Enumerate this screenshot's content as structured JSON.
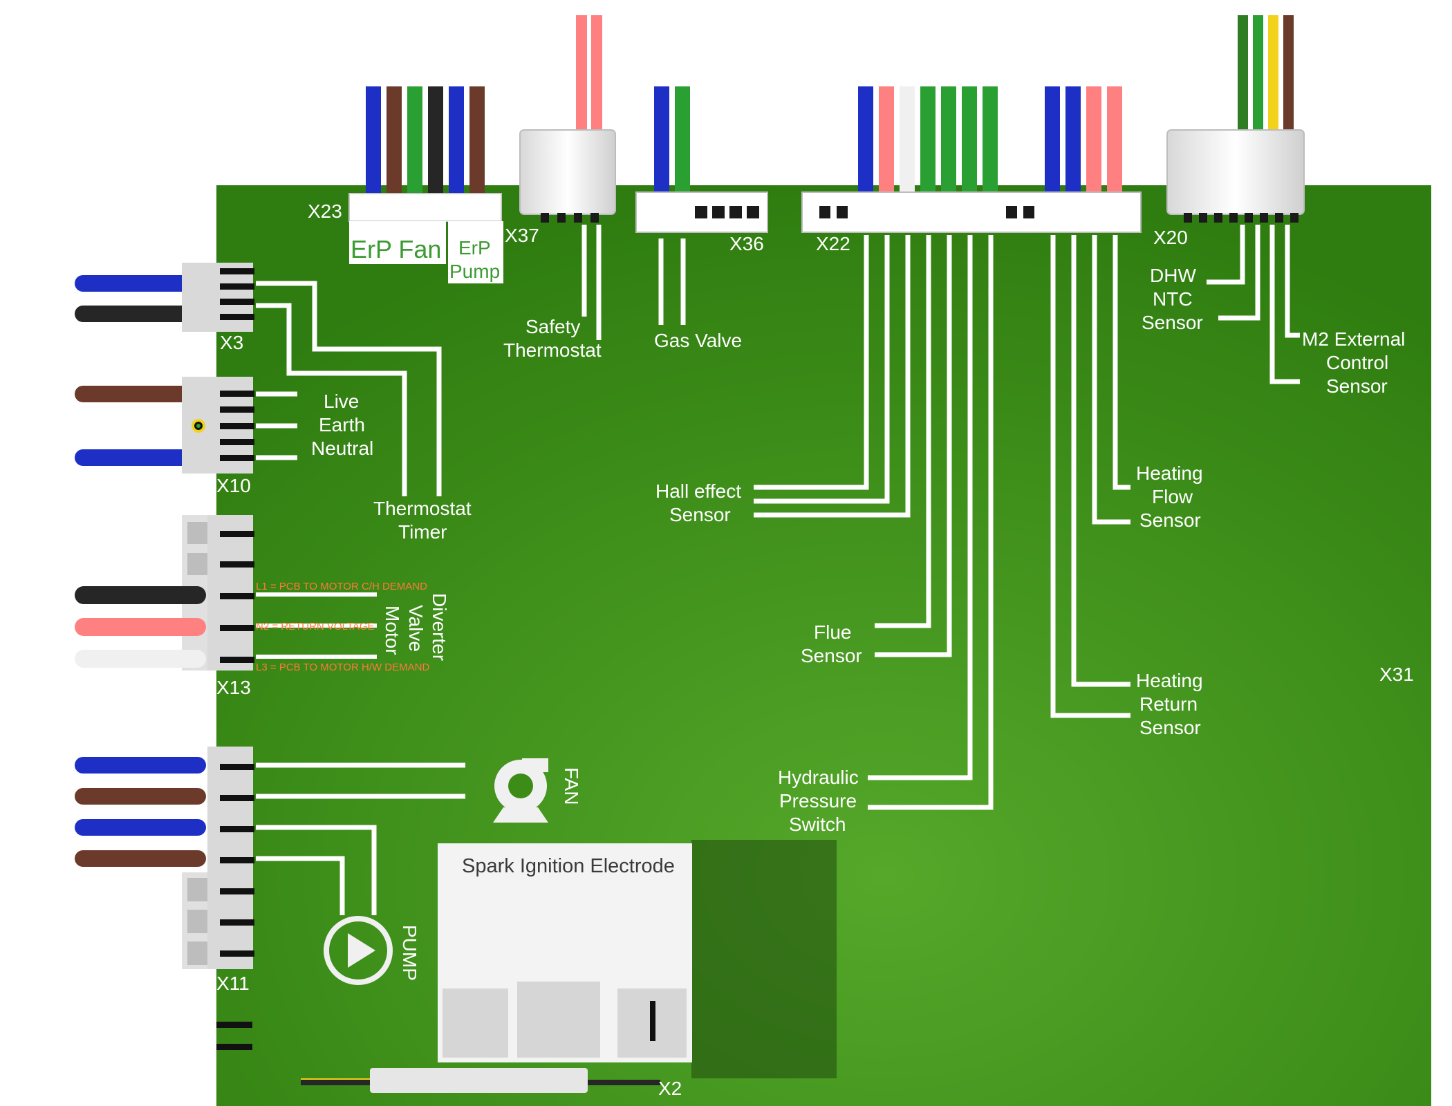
{
  "colors": {
    "board": "#3e8c18",
    "blue": "#1d2fc4",
    "brown": "#6b3a2a",
    "green": "#2aa033",
    "darkgreen": "#2e7d22",
    "black": "#262626",
    "pink": "#ff8080",
    "white": "#f0f0f0",
    "yellow": "#f2d21a",
    "trace": "#ffffff",
    "annotation": "#ff7a3a"
  },
  "connectors": {
    "x23": "X23",
    "x37": "X37",
    "x36": "X36",
    "x22": "X22",
    "x20": "X20",
    "x3": "X3",
    "x10": "X10",
    "x13": "X13",
    "x11": "X11",
    "x2": "X2",
    "x31": "X31"
  },
  "labels": {
    "erp_fan": "ErP Fan",
    "erp_pump_1": "ErP",
    "erp_pump_2": "Pump",
    "safety_thermostat_1": "Safety",
    "safety_thermostat_2": "Thermostat",
    "gas_valve": "Gas Valve",
    "dhw_1": "DHW",
    "dhw_2": "NTC",
    "dhw_3": "Sensor",
    "m2_1": "M2 External",
    "m2_2": "Control",
    "m2_3": "Sensor",
    "live": "Live",
    "earth": "Earth",
    "neutral": "Neutral",
    "thermostat_1": "Thermostat",
    "thermostat_2": "Timer",
    "hall_1": "Hall  effect",
    "hall_2": "Sensor",
    "heating_flow_1": "Heating",
    "heating_flow_2": "Flow",
    "heating_flow_3": "Sensor",
    "flue_1": "Flue",
    "flue_2": "Sensor",
    "heating_return_1": "Heating",
    "heating_return_2": "Return",
    "heating_return_3": "Sensor",
    "hydraulic_1": "Hydraulic",
    "hydraulic_2": "Pressure",
    "hydraulic_3": "Switch",
    "diverter_1": "Diverter",
    "diverter_2": "Valve",
    "diverter_3": "Motor",
    "fan": "FAN",
    "pump": "PUMP",
    "spark": "Spark Ignition Electrode",
    "l1": "L1 = PCB TO MOTOR C/H DEMAND",
    "n2": "N2 = RETURN VOLTAGE",
    "l3": "L3 = PCB TO MOTOR H/W DEMAND"
  },
  "icons": {
    "fan": "fan-icon",
    "pump": "pump-icon",
    "earth": "earth-icon"
  }
}
